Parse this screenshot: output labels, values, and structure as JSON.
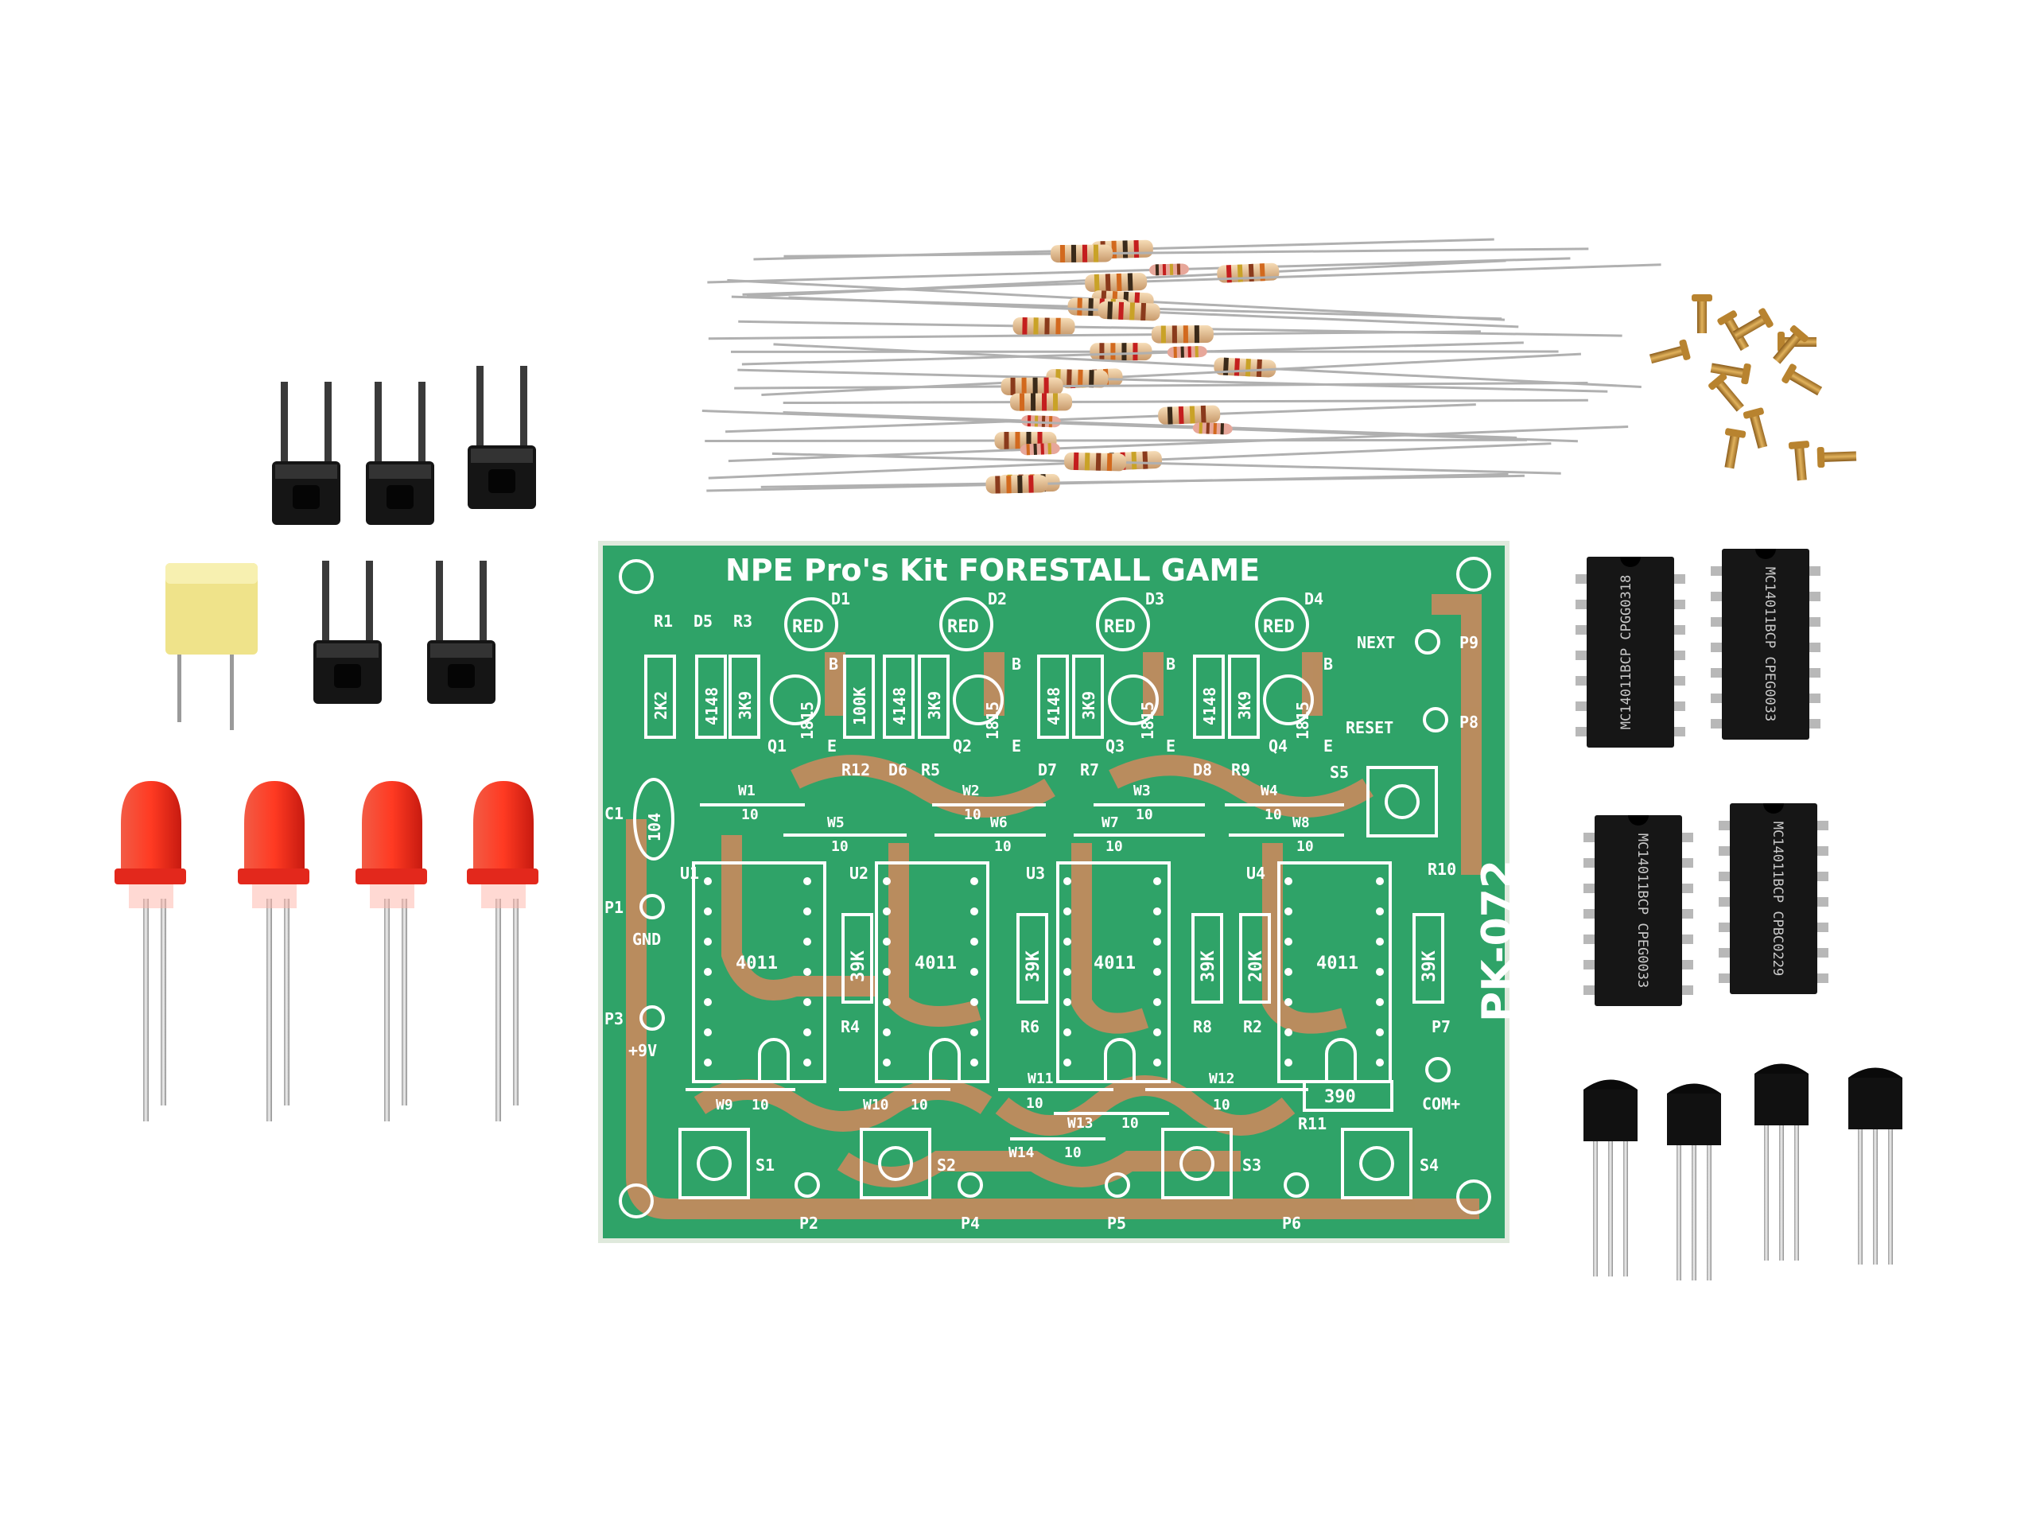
{
  "pcb": {
    "title": "NPE Pro's Kit FORESTALL GAME",
    "model": "PK-072",
    "pads": {
      "next": "NEXT",
      "p9": "P9",
      "reset": "RESET",
      "p8": "P8",
      "p1": "P1",
      "gnd": "GND",
      "p3": "P3",
      "plus9v": "+9V",
      "p7": "P7",
      "com": "COM+",
      "p2": "P2",
      "p4": "P4",
      "p5": "P5",
      "p6": "P6"
    },
    "designators": {
      "r1": "R1",
      "d5": "D5",
      "r3": "R3",
      "d1": "D1",
      "d2": "D2",
      "d3": "D3",
      "d4": "D4",
      "q1": "Q1",
      "q2": "Q2",
      "q3": "Q3",
      "q4": "Q4",
      "r12": "R12",
      "d6": "D6",
      "r5": "R5",
      "d7": "D7",
      "r7": "R7",
      "d8": "D8",
      "r9": "R9",
      "s5": "S5",
      "c1": "C1",
      "u1": "U1",
      "u2": "U2",
      "u3": "U3",
      "u4": "U4",
      "r10": "R10",
      "r4": "R4",
      "r6": "R6",
      "r8": "R8",
      "r2": "R2",
      "r11": "R11",
      "s1": "S1",
      "s2": "S2",
      "s3": "S3",
      "s4": "S4"
    },
    "values": {
      "r1": "2K2",
      "d5": "4148",
      "r3": "3K9",
      "r12": "100K",
      "d6": "4148",
      "r5": "3K9",
      "d7": "4148",
      "r7": "3K9",
      "d8": "4148",
      "r9": "3K9",
      "q": "1815",
      "c1": "104",
      "led": "RED",
      "ic": "4011",
      "r4": "39K",
      "r6": "39K",
      "r8": "39K",
      "r2": "20K",
      "r10": "39K",
      "r11": "390",
      "e": "E",
      "b": "B"
    },
    "wires": {
      "w1": "W1",
      "w2": "W2",
      "w3": "W3",
      "w4": "W4",
      "w5": "W5",
      "w6": "W6",
      "w7": "W7",
      "w8": "W8",
      "w9": "W9",
      "w10": "W10",
      "w11": "W11",
      "w12": "W12",
      "w13": "W13",
      "w14": "W14",
      "len": "10"
    }
  },
  "chips": [
    "MC14011BCP CPGG0318",
    "MC14011BCP CPEG0033",
    "MC14011BCP CPEG0033",
    "MC14011BCP CPBC0229"
  ],
  "colors": {
    "pcb": "#2fa368",
    "copper": "#c98a5e",
    "led": "#e8261c",
    "cap": "#efe38a",
    "resistor": "#e8c9a0"
  }
}
